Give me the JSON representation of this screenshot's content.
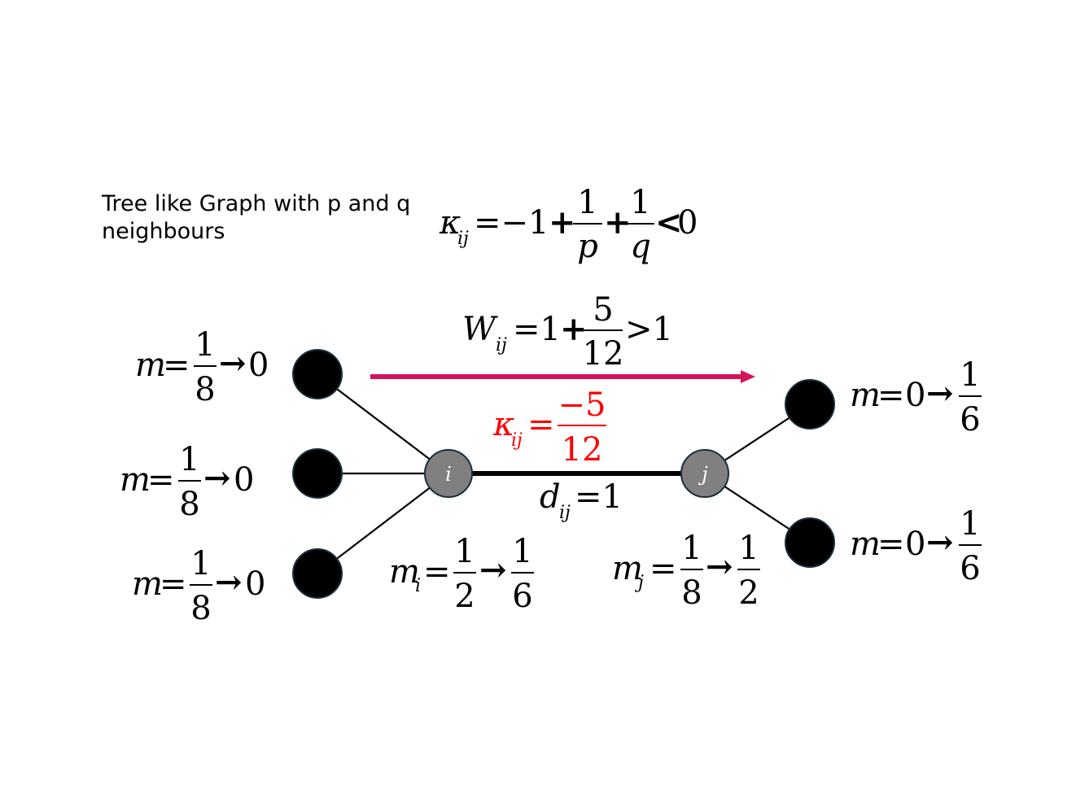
{
  "caption": "Tree like Graph with p and q neighbours",
  "colors": {
    "arrow": "#d4145a",
    "highlight": "#ff0000",
    "inner_node": "#808080",
    "outer_node": "#000000",
    "node_stroke": "#1b2f3a"
  },
  "nodes": {
    "i": "i",
    "j": "j"
  },
  "eq_kappa_general": {
    "kappa": "κ",
    "sub": "ij",
    "lhs": "=−1",
    "plus": "+",
    "one": "1",
    "p": "p",
    "q": "q",
    "rel": "<",
    "zero": "0"
  },
  "eq_wasserstein": {
    "W": "W",
    "sub": "ij",
    "eq": "=1",
    "plus": "+",
    "num": "5",
    "den": "12",
    "rel": ">1"
  },
  "eq_kappa_value": {
    "kappa": "κ",
    "sub": "ij",
    "eq": "=",
    "num": "−5",
    "den": "12"
  },
  "eq_distance": {
    "d": "d",
    "sub": "ij",
    "eq": "=1"
  },
  "mass": {
    "m": "m",
    "eq": "=",
    "arrow": "→",
    "left": {
      "num": "1",
      "den": "8",
      "to": "0"
    },
    "right": {
      "from": "0",
      "num": "1",
      "den": "6"
    },
    "i": {
      "sub": "i",
      "num1": "1",
      "den1": "2",
      "num2": "1",
      "den2": "6"
    },
    "j": {
      "sub": "j",
      "num1": "1",
      "den1": "8",
      "num2": "1",
      "den2": "2"
    }
  }
}
